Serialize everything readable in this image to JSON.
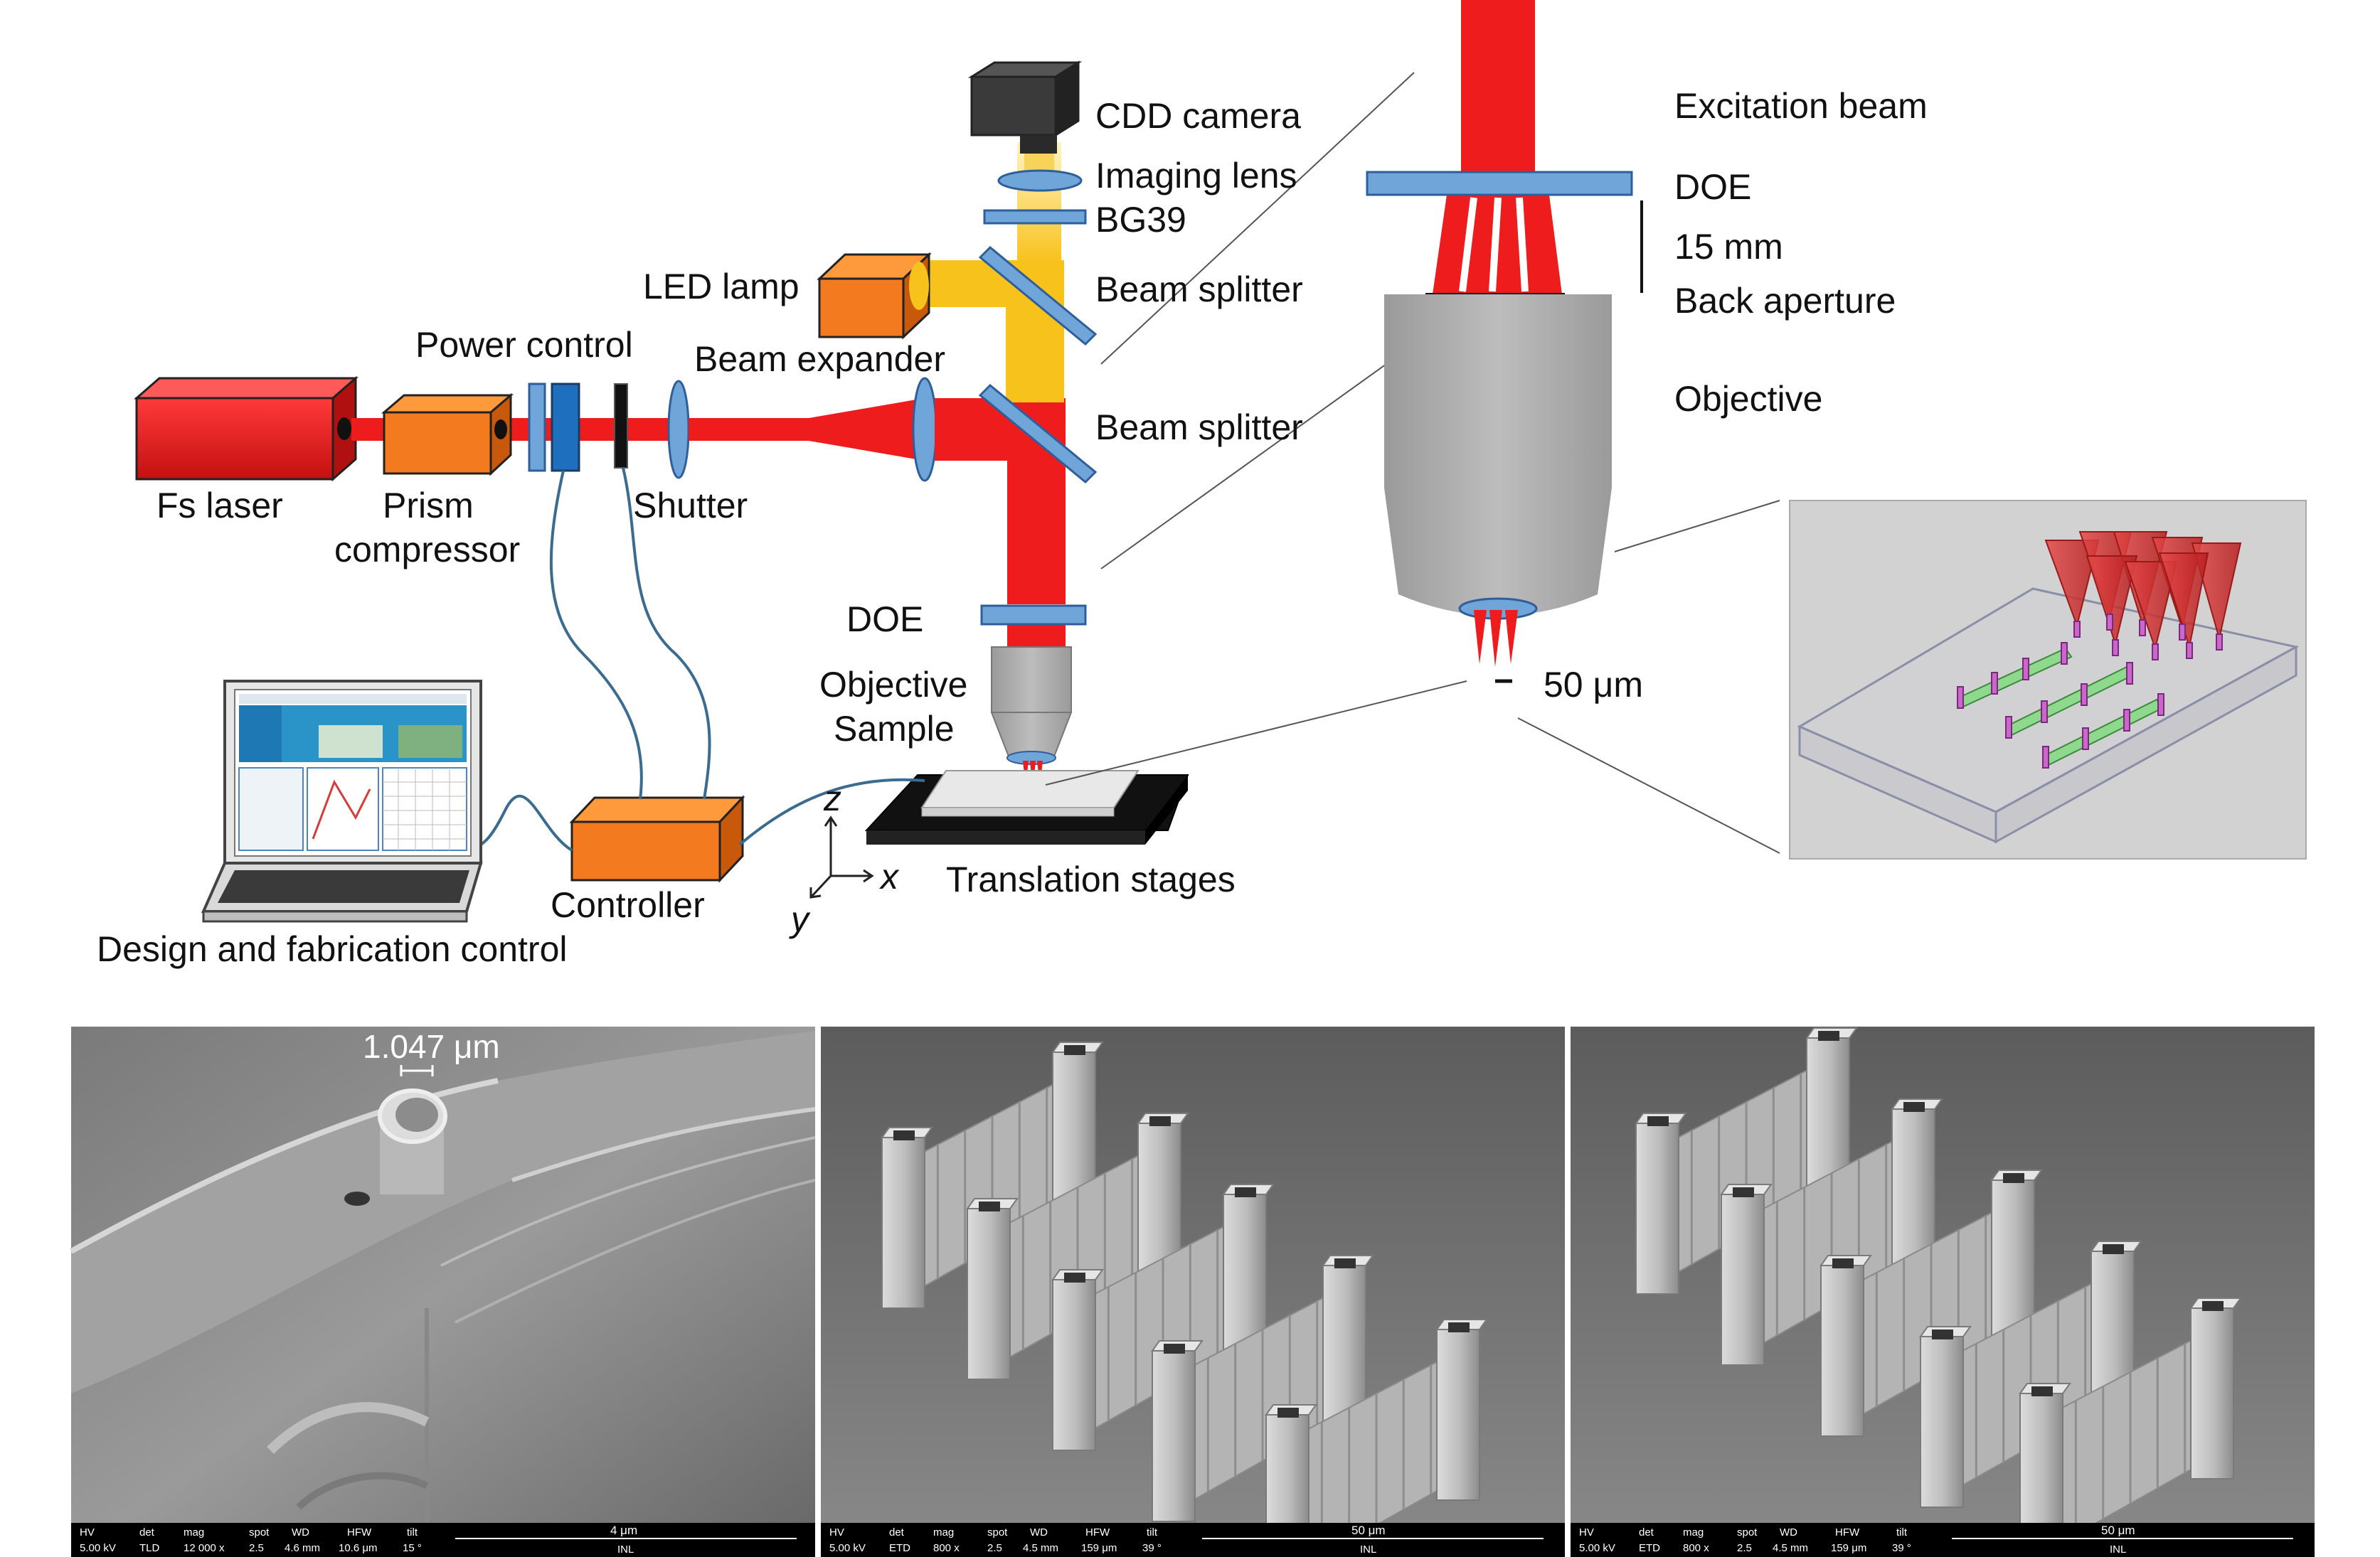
{
  "labels": {
    "fs_laser": "Fs laser",
    "prism_compressor_1": "Prism",
    "prism_compressor_2": "compressor",
    "power_control": "Power control",
    "shutter": "Shutter",
    "beam_expander": "Beam expander",
    "led_lamp": "LED lamp",
    "cdd_camera": "CDD camera",
    "imaging_lens": "Imaging lens",
    "bg39": "BG39",
    "beam_splitter_top": "Beam splitter",
    "beam_splitter_bottom": "Beam splitter",
    "doe": "DOE",
    "objective": "Objective",
    "sample": "Sample",
    "translation_stages": "Translation stages",
    "controller": "Controller",
    "design_control": "Design and fabrication control",
    "axis_z": "z",
    "axis_x": "x",
    "axis_y": "y"
  },
  "inset": {
    "excitation_beam": "Excitation beam",
    "doe": "DOE",
    "distance": "15 mm",
    "back_aperture": "Back aperture",
    "objective": "Objective",
    "scale": "50 μm"
  },
  "sem": {
    "panel1": {
      "measurement": "1.047 μm",
      "hv": "5.00 kV",
      "det": "TLD",
      "mag": "12 000 x",
      "spot": "2.5",
      "wd": "4.6 mm",
      "hfw": "10.6 μm",
      "tilt": "15 °",
      "scalebar": "4 μm",
      "inst": "INL"
    },
    "panel2": {
      "hv": "5.00 kV",
      "det": "ETD",
      "mag": "800 x",
      "spot": "2.5",
      "wd": "4.5 mm",
      "hfw": "159 μm",
      "tilt": "39 °",
      "scalebar": "50 μm",
      "inst": "INL"
    },
    "panel3": {
      "hv": "5.00 kV",
      "det": "ETD",
      "mag": "800 x",
      "spot": "2.5",
      "wd": "4.5 mm",
      "hfw": "159 μm",
      "tilt": "39 °",
      "scalebar": "50 μm",
      "inst": "INL"
    },
    "info_headers": [
      "HV",
      "det",
      "mag",
      "spot",
      "WD",
      "HFW",
      "tilt"
    ]
  },
  "colors": {
    "laser_red": "#ee1c1c",
    "orange_box": "#f47a1f",
    "yellow_beam": "#f8c21c",
    "blue_optic": "#6fa5d8",
    "optic_border": "#2f5f9a",
    "cable": "#3b6b8f",
    "objective_gray": "#a8a8a8",
    "sem_bg": "#6e6e6e"
  }
}
